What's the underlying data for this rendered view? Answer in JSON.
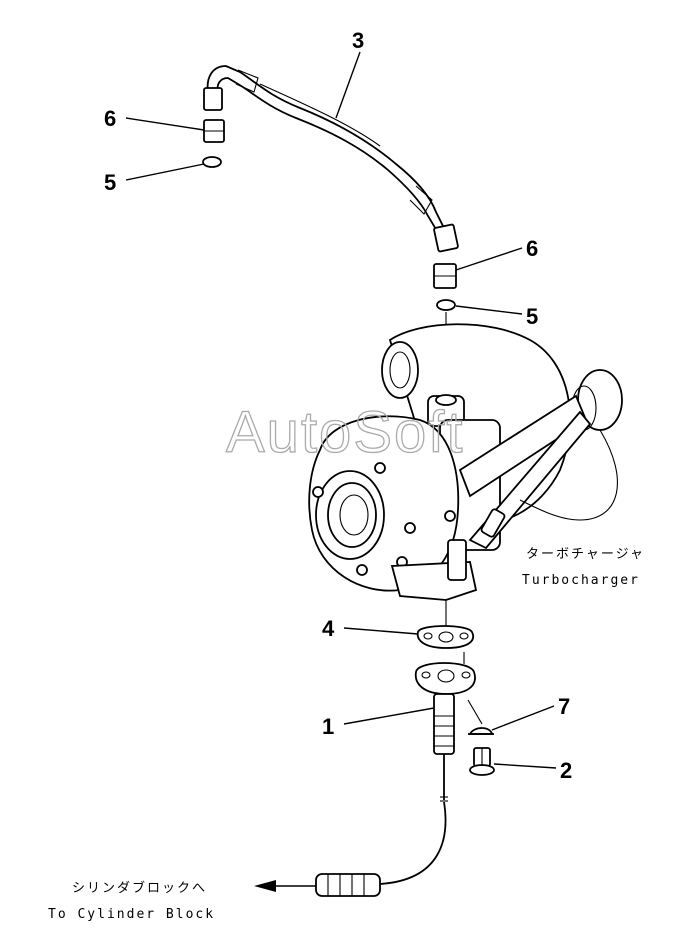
{
  "callouts": {
    "c1": "1",
    "c2": "2",
    "c3": "3",
    "c4": "4",
    "c5a": "5",
    "c5b": "5",
    "c6a": "6",
    "c6b": "6",
    "c7": "7"
  },
  "labels": {
    "turbo_jp": "ターボチャージャ",
    "turbo_en": "Turbocharger",
    "block_jp": "シリンダブロックへ",
    "block_en": "To Cylinder Block"
  },
  "watermark": "AutoSoft",
  "colors": {
    "line": "#000000",
    "background": "#ffffff",
    "watermark": "#aaaaaa"
  }
}
